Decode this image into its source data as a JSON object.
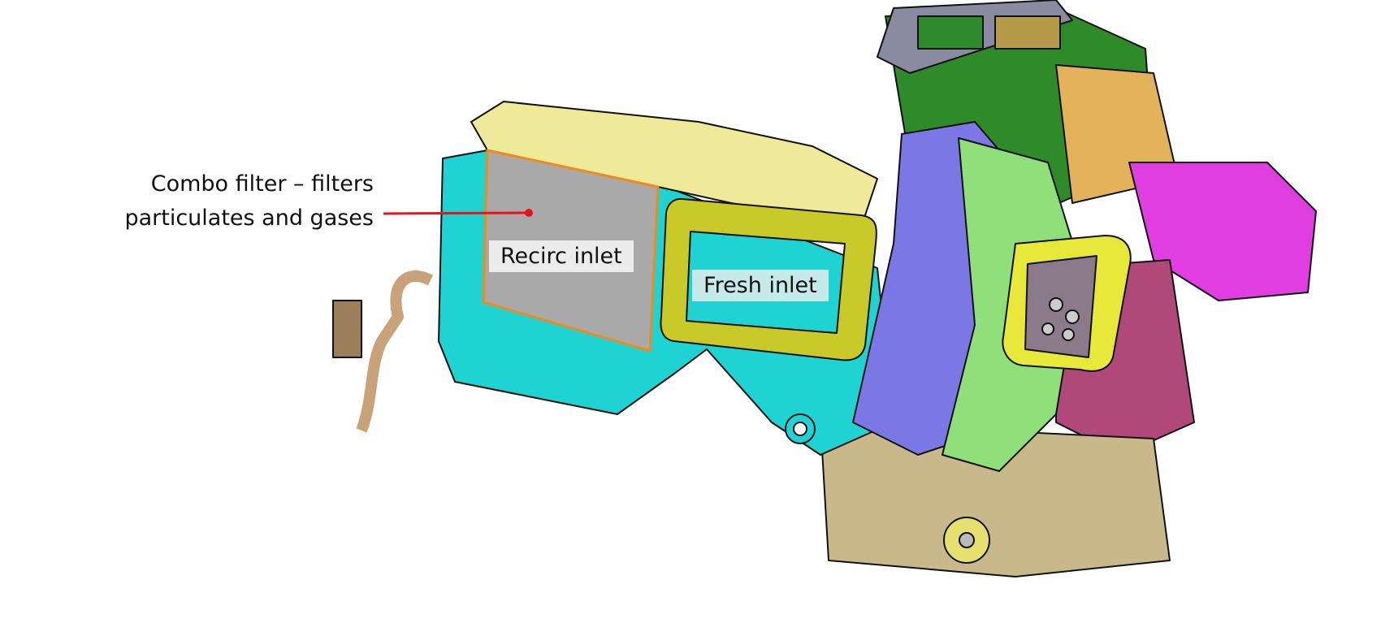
{
  "annotations": {
    "combo_filter": [
      "Combo filter – filters",
      "particulates and gases"
    ],
    "recirc_inlet": "Recirc inlet",
    "fresh_inlet": "Fresh inlet"
  },
  "colors": {
    "leader_line": "#e8141c",
    "filter_outline": "#f08a1c",
    "housing_yellow": "#eeea9a",
    "housing_cyan": "#1fd3d3",
    "blower_blue": "#7b78e6",
    "scroll_green": "#8fe07a",
    "magenta": "#e03ee0",
    "tan": "#c9b98a"
  }
}
